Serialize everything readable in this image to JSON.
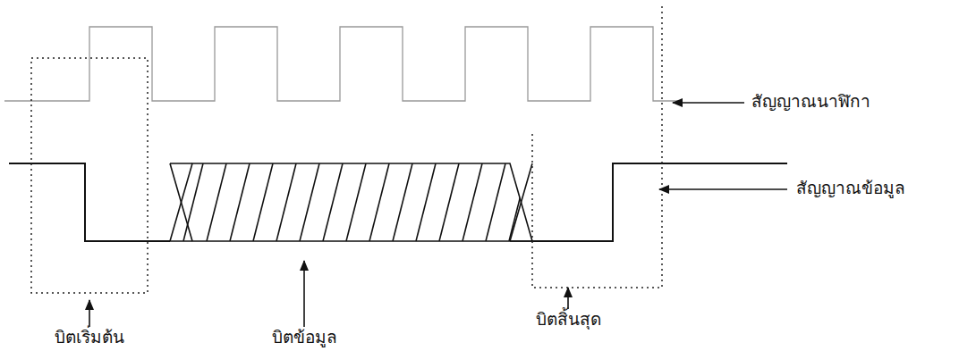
{
  "diagram": {
    "labels": [
      "สัญญาณนาฬิกา",
      "สัญญาณข้อมูล",
      "บิตเริ่มต้น",
      "บิตข้อมูล",
      "บิตสิ้นสุด"
    ]
  }
}
